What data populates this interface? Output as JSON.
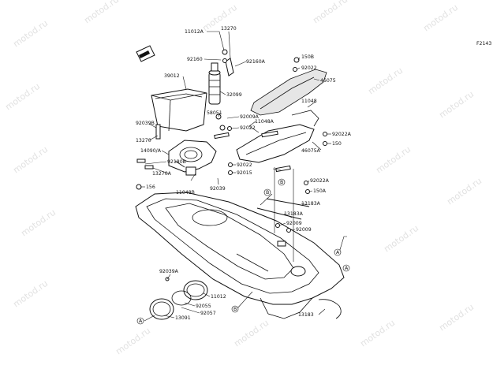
{
  "figure_code": "F2143",
  "watermark": "motod.ru",
  "callouts": [
    "A",
    "B"
  ],
  "parts": {
    "p11012A": "11012A",
    "p13270a": "13270",
    "p92160": "92160",
    "p92160A": "92160A",
    "p39012": "39012",
    "p32099": "32099",
    "p92039B": "92039B",
    "p13270b": "13270",
    "p14090A": "14090/A",
    "p92180B": "92180B",
    "p13270A": "13270A",
    "p156": "156",
    "p11048B": "11048B",
    "p58051": "58051",
    "p92009A": "92009A",
    "p11048A": "11048A",
    "p92022a": "92022",
    "p92022b": "92022",
    "p92015": "92015",
    "p92039": "92039",
    "p150B": "150B",
    "p92022c": "92022",
    "p46075": "46075",
    "p11048": "11048",
    "p92022A": "92022A",
    "p150": "150",
    "p46075A": "46075A",
    "p92022A2": "92022A",
    "p150A": "150A",
    "p13183Aa": "13183A",
    "p13183Ab": "13183A",
    "p92009a": "92009",
    "p92009b": "92009",
    "p92039A": "92039A",
    "p11012": "11012",
    "p92055": "92055",
    "p92057": "92057",
    "p13091": "13091",
    "p13183": "13183"
  }
}
